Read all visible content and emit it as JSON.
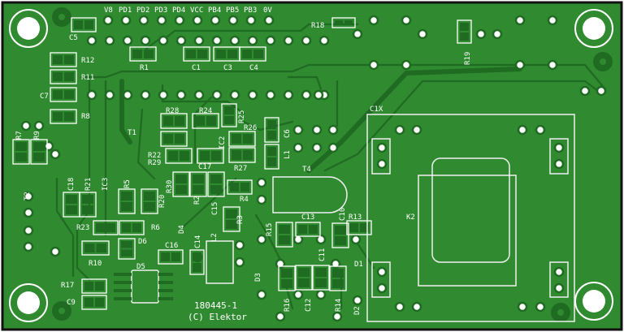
{
  "colors": {
    "board": "#2f8a30",
    "copper": "#1f6b22",
    "silkscreen": "#ffffff",
    "edge": "#111111"
  },
  "header_pins": [
    "V8",
    "PD1",
    "PD2",
    "PD3",
    "PD4",
    "VCC",
    "PB4",
    "PB5",
    "PB3",
    "0V"
  ],
  "labels": [
    "C5",
    "R12",
    "R11",
    "C7",
    "R8",
    "R1",
    "C1",
    "C3",
    "C4",
    "R18",
    "R19",
    "C1X",
    "R28",
    "R24",
    "R25",
    "R26",
    "T1",
    "IC2",
    "C6",
    "L1",
    "R22",
    "R29",
    "R27",
    "T4",
    "R7",
    "R9",
    "T2",
    "C18",
    "R21",
    "IC3",
    "R5",
    "R20",
    "R30",
    "C17",
    "R2",
    "R4",
    "C15",
    "R3",
    "D4",
    "L2",
    "C14",
    "R23",
    "R6",
    "D6",
    "C16",
    "R10",
    "D5",
    "R15",
    "C13",
    "C10",
    "R13",
    "C11",
    "D1",
    "D3",
    "R16",
    "C12",
    "R14",
    "D2",
    "R17",
    "C9",
    "K2"
  ],
  "board_id": "180445-1",
  "copyright": "(C) Elektor"
}
